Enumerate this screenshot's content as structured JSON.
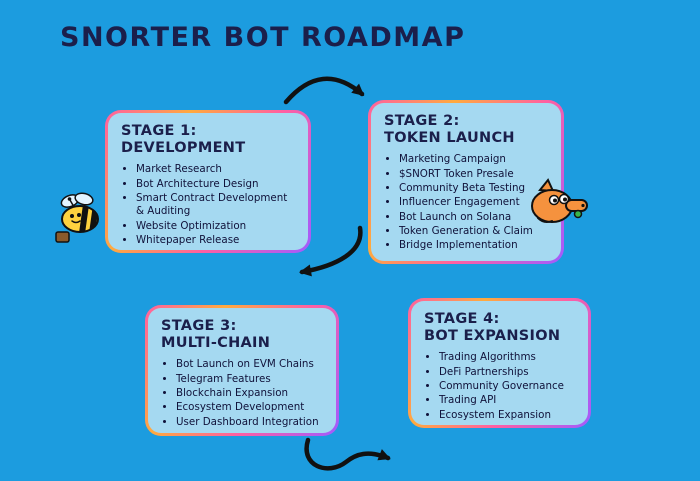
{
  "page": {
    "title": "SNORTER BOT ROADMAP"
  },
  "colors": {
    "background": "#1C9CDF",
    "card_fill": "#A5D9F1",
    "heading": "#1B1F4B",
    "arrow": "#111111",
    "border_gradient": [
      "#FF5FA2",
      "#FFAA3E",
      "#A05CFF"
    ]
  },
  "stages": [
    {
      "label": "STAGE 1:",
      "name": "DEVELOPMENT",
      "items": [
        "Market Research",
        "Bot Architecture Design",
        "Smart Contract Development & Auditing",
        "Website Optimization",
        "Whitepaper Release"
      ]
    },
    {
      "label": "STAGE 2:",
      "name": "TOKEN LAUNCH",
      "items": [
        "Marketing Campaign",
        "$SNORT Token Presale",
        "Community Beta Testing",
        "Influencer Engagement",
        "Bot Launch on Solana",
        "Token Generation & Claim",
        "Bridge Implementation"
      ]
    },
    {
      "label": "STAGE 3:",
      "name": "MULTI-CHAIN",
      "items": [
        "Bot Launch on EVM Chains",
        "Telegram Features",
        "Blockchain Expansion",
        "Ecosystem Development",
        "User Dashboard Integration"
      ]
    },
    {
      "label": "STAGE 4:",
      "name": "BOT EXPANSION",
      "items": [
        "Trading Algorithms",
        "DeFi Partnerships",
        "Community Governance",
        "Trading API",
        "Ecosystem Expansion"
      ]
    }
  ],
  "mascots": {
    "left": "bee-mascot",
    "right": "aardvark-mascot"
  }
}
